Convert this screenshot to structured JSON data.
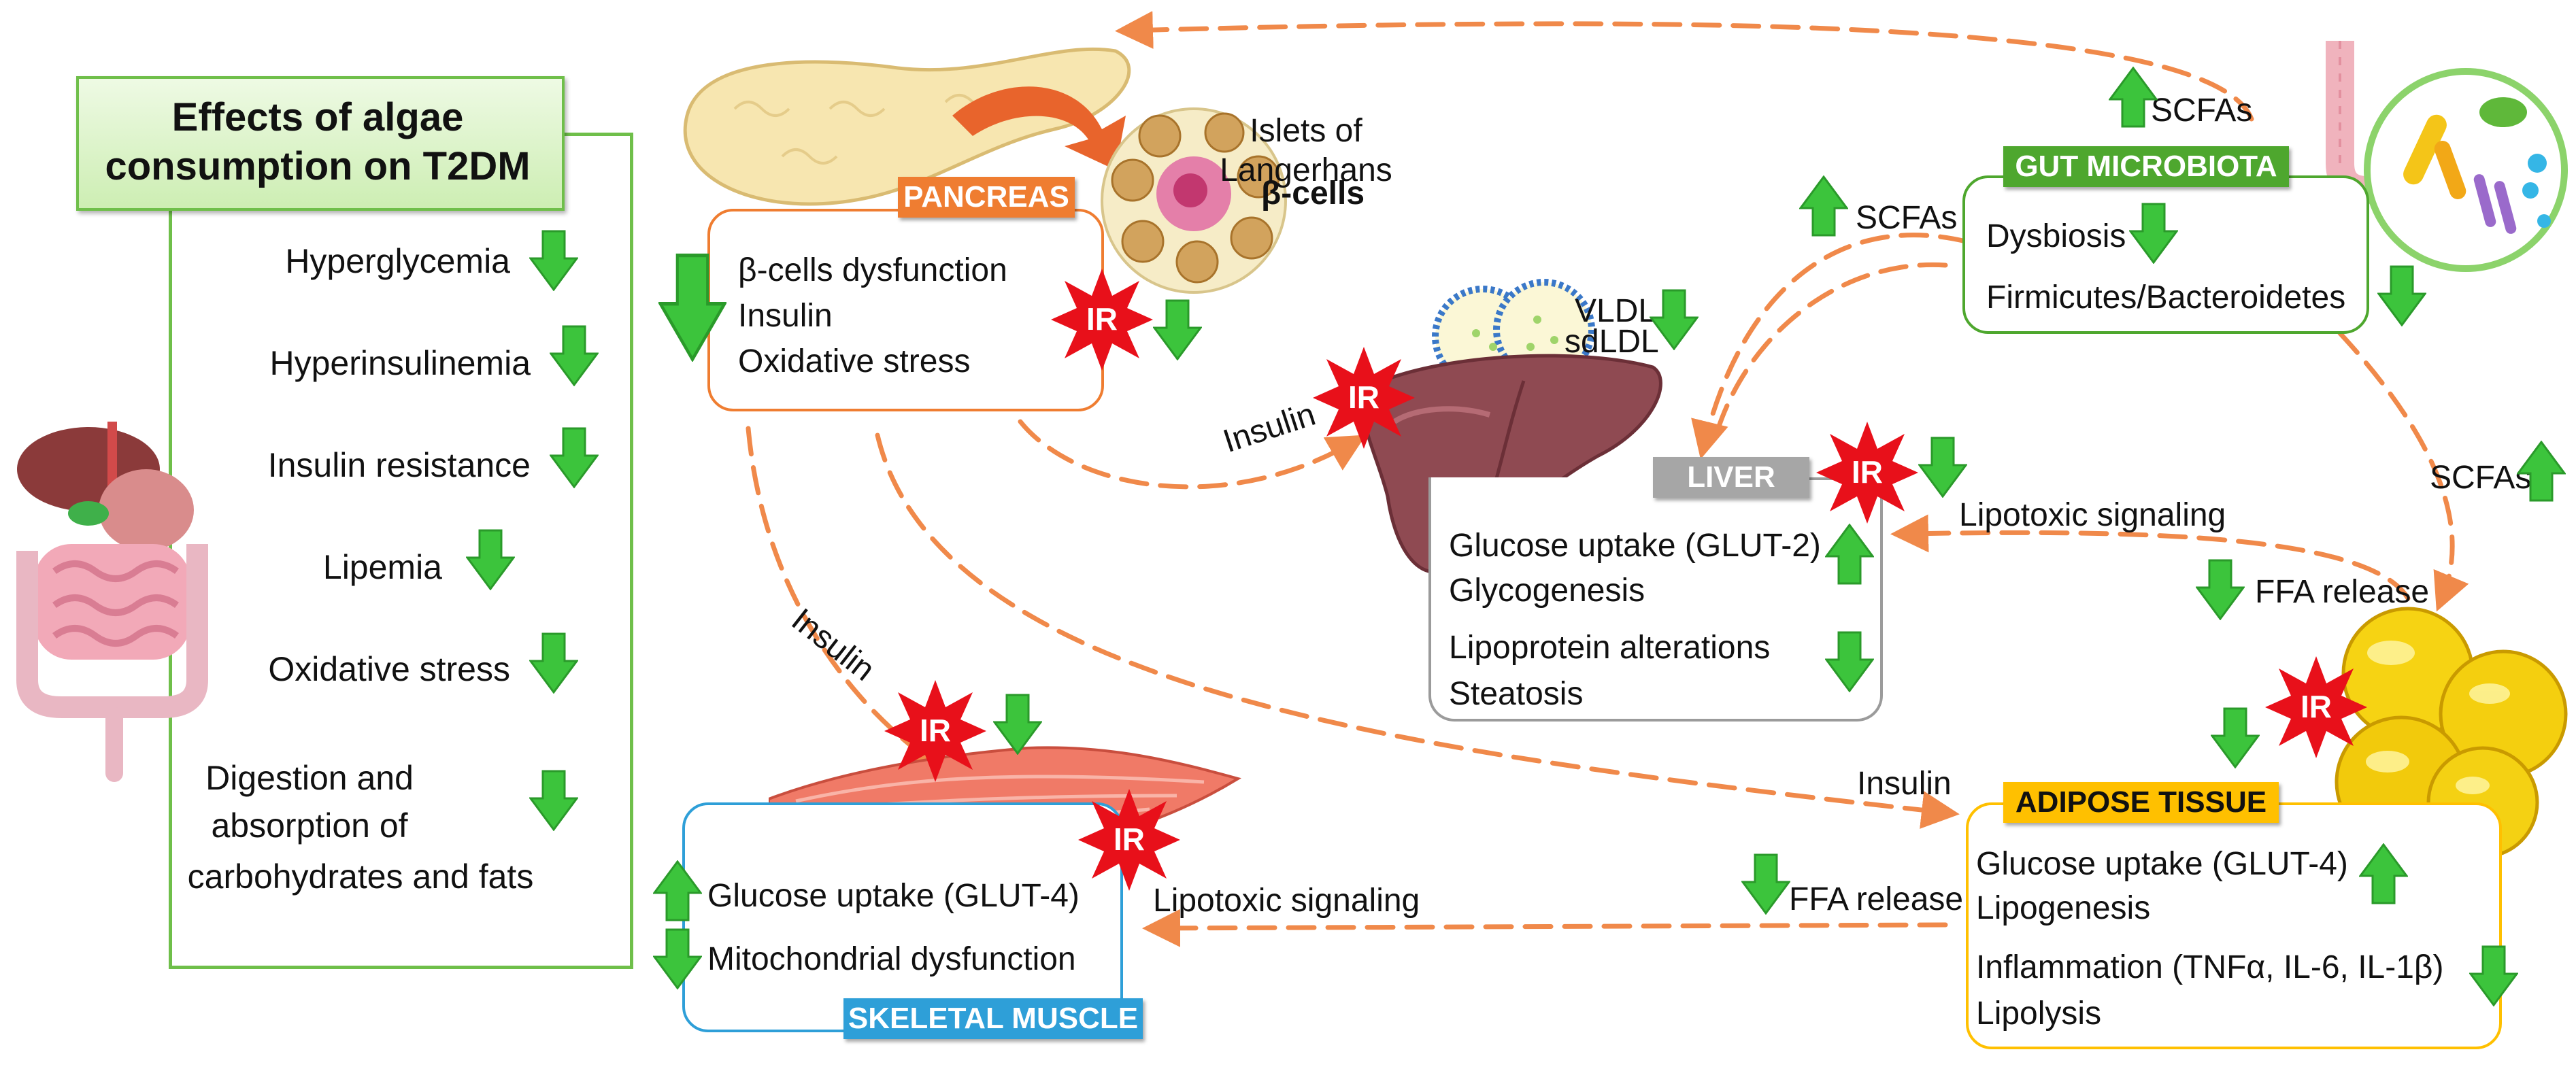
{
  "left_panel": {
    "title_line1": "Effects of algae",
    "title_line2": "consumption on T2DM",
    "items": [
      "Hyperglycemia",
      "Hyperinsulinemia",
      "Insulin resistance",
      "Lipemia",
      "Oxidative stress"
    ],
    "last_item": [
      "Digestion and",
      "absorption of",
      "carbohydrates and fats"
    ]
  },
  "pancreas": {
    "label": "PANCREAS",
    "lines": [
      "β-cells dysfunction",
      "Insulin",
      "Oxidative stress"
    ],
    "islets_line1": "Islets of",
    "islets_line2": "Langerhans",
    "beta_cells": "β-cells"
  },
  "liver": {
    "label": "LIVER",
    "lines": [
      "Glucose uptake (GLUT-2)",
      "Glycogenesis",
      "Lipoprotein alterations",
      "Steatosis"
    ],
    "vldl": "VLDL",
    "sdldl": "sdLDL"
  },
  "gut": {
    "label": "GUT MICROBIOTA",
    "lines": [
      "Dysbiosis",
      "Firmicutes/Bacteroidetes"
    ]
  },
  "muscle": {
    "label": "SKELETAL MUSCLE",
    "lines": [
      "Glucose uptake (GLUT-4)",
      "Mitochondrial dysfunction"
    ]
  },
  "adipose": {
    "label": "ADIPOSE TISSUE",
    "lines": [
      "Glucose uptake (GLUT-4)",
      "Lipogenesis",
      "Inflammation (TNFα, IL-6, IL-1β)",
      "Lipolysis"
    ]
  },
  "connectors": {
    "scfas": "SCFAs",
    "insulin": "Insulin",
    "lipotoxic": "Lipotoxic signaling",
    "ffa": "FFA release",
    "ir": "IR"
  },
  "colors": {
    "green_box_border": "#6fbf4a",
    "title_fill": "#d9f2c4",
    "pancreas_label": "#ef7d31",
    "liver_label": "#a6a6a6",
    "gut_label": "#4ea72e",
    "muscle_label": "#2e9fd8",
    "adipose_label": "#ffc000",
    "dashed_arrow": "#f0894a",
    "arrow_green": "#3cc43c",
    "ir_red": "#e8101a"
  }
}
